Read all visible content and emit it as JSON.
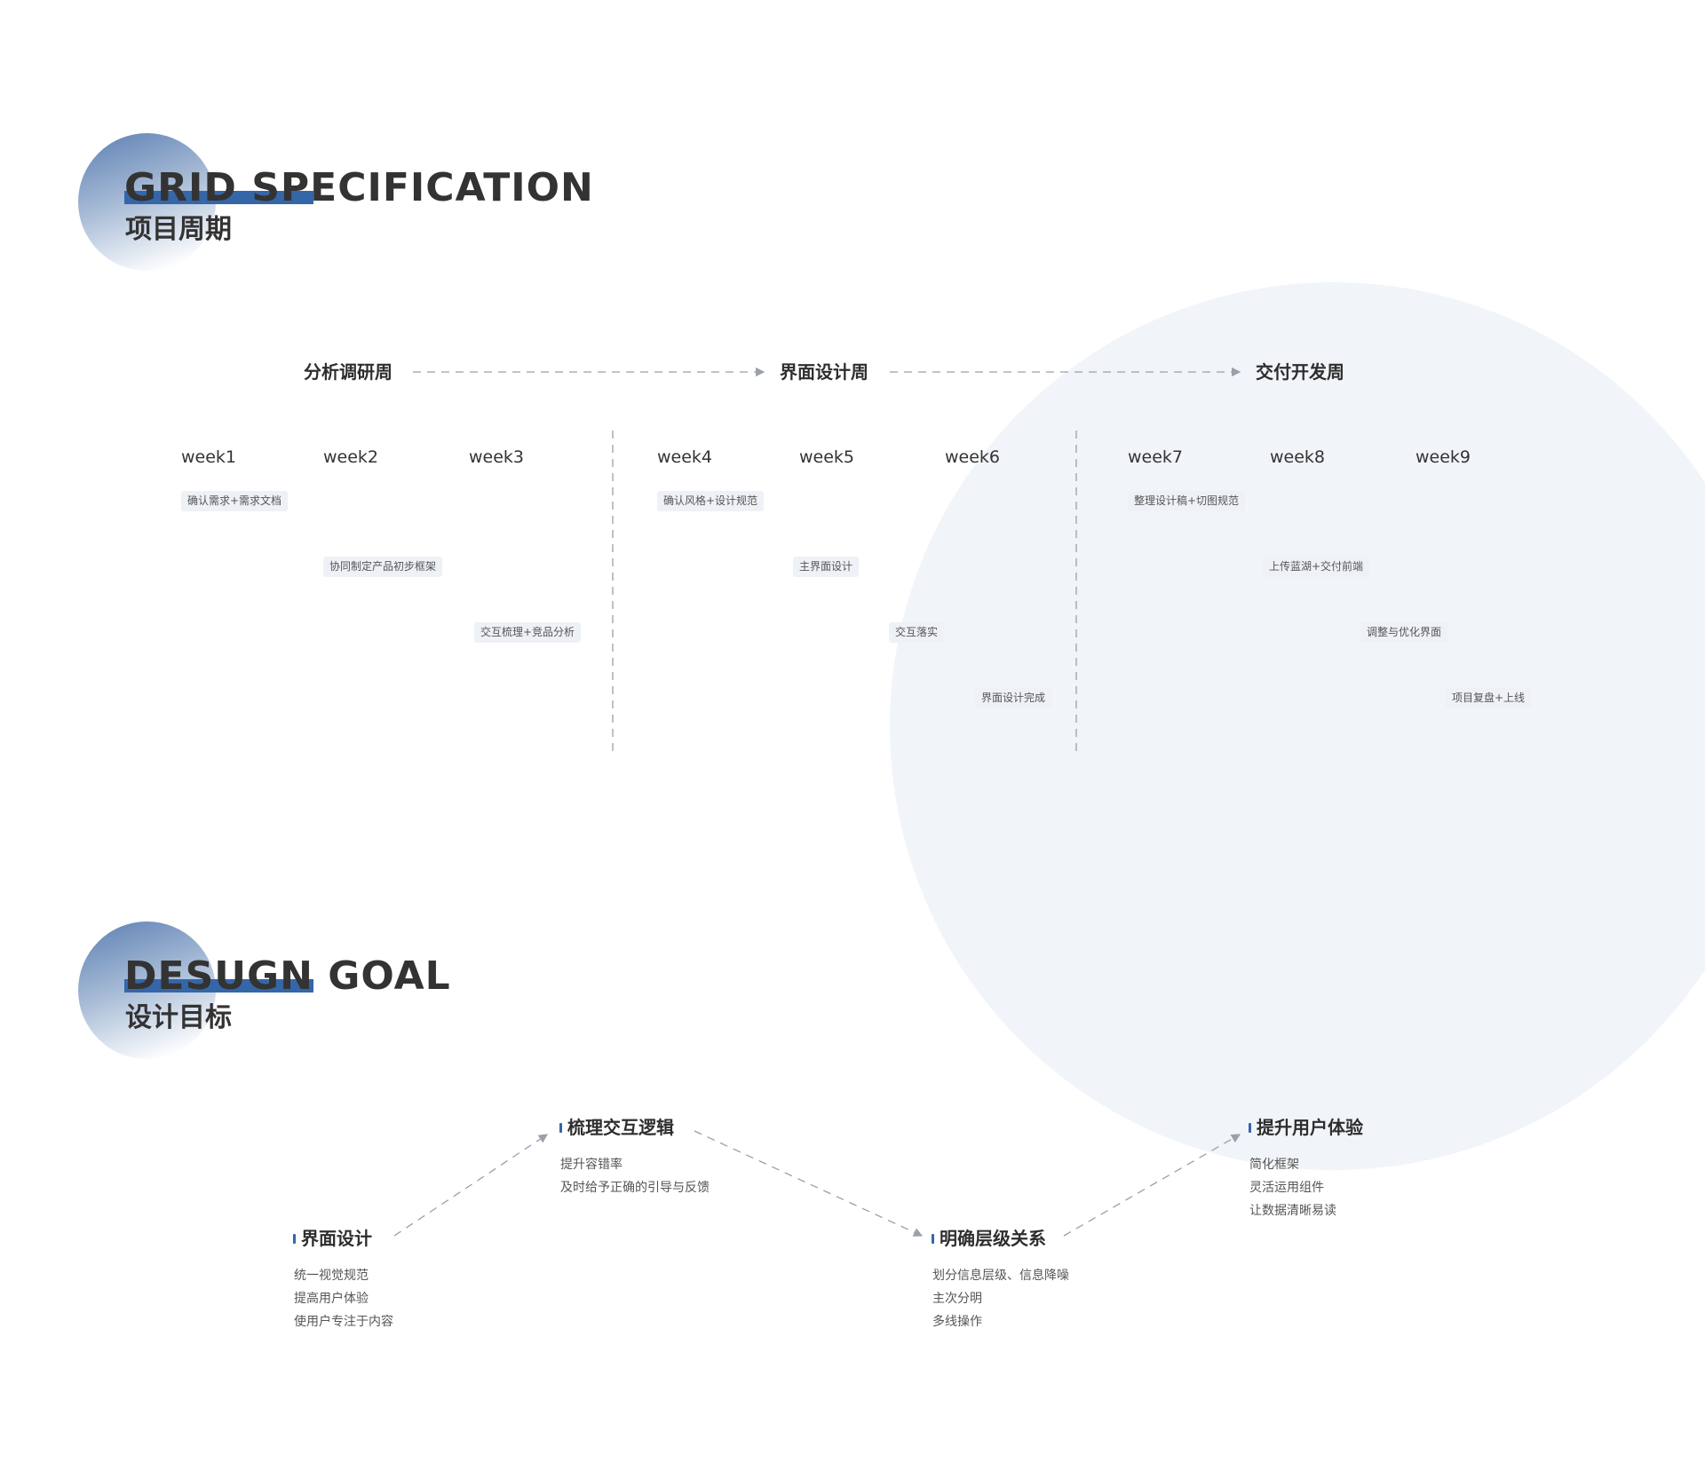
{
  "colors": {
    "accent": "#3566a8",
    "bg_circle": "#f1f4f8",
    "tag_bg": "#eef1f5",
    "line": "#9aa0a8"
  },
  "section1": {
    "title_en": "GRID SPECIFICATION",
    "title_zh": "项目周期"
  },
  "phases": [
    "分析调研周",
    "界面设计周",
    "交付开发周"
  ],
  "weeks": [
    "week1",
    "week2",
    "week3",
    "week4",
    "week5",
    "week6",
    "week7",
    "week8",
    "week9"
  ],
  "tasks": [
    "确认需求+需求文档",
    "协同制定产品初步框架",
    "交互梳理+竞品分析",
    "确认风格+设计规范",
    "主界面设计",
    "交互落实",
    "界面设计完成",
    "整理设计稿+切图规范",
    "上传蓝湖+交付前端",
    "调整与优化界面",
    "项目复盘+上线"
  ],
  "section2": {
    "title_en": "DESUGN GOAL",
    "title_zh": "设计目标"
  },
  "goals": [
    {
      "title": "界面设计",
      "lines": [
        "统一视觉规范",
        "提高用户体验",
        "使用户专注于内容"
      ]
    },
    {
      "title": "梳理交互逻辑",
      "lines": [
        "提升容错率",
        "及时给予正确的引导与反馈"
      ]
    },
    {
      "title": "明确层级关系",
      "lines": [
        "划分信息层级、信息降噪",
        "主次分明",
        "多线操作"
      ]
    },
    {
      "title": "提升用户体验",
      "lines": [
        "简化框架",
        "灵活运用组件",
        "让数据清晰易读"
      ]
    }
  ]
}
